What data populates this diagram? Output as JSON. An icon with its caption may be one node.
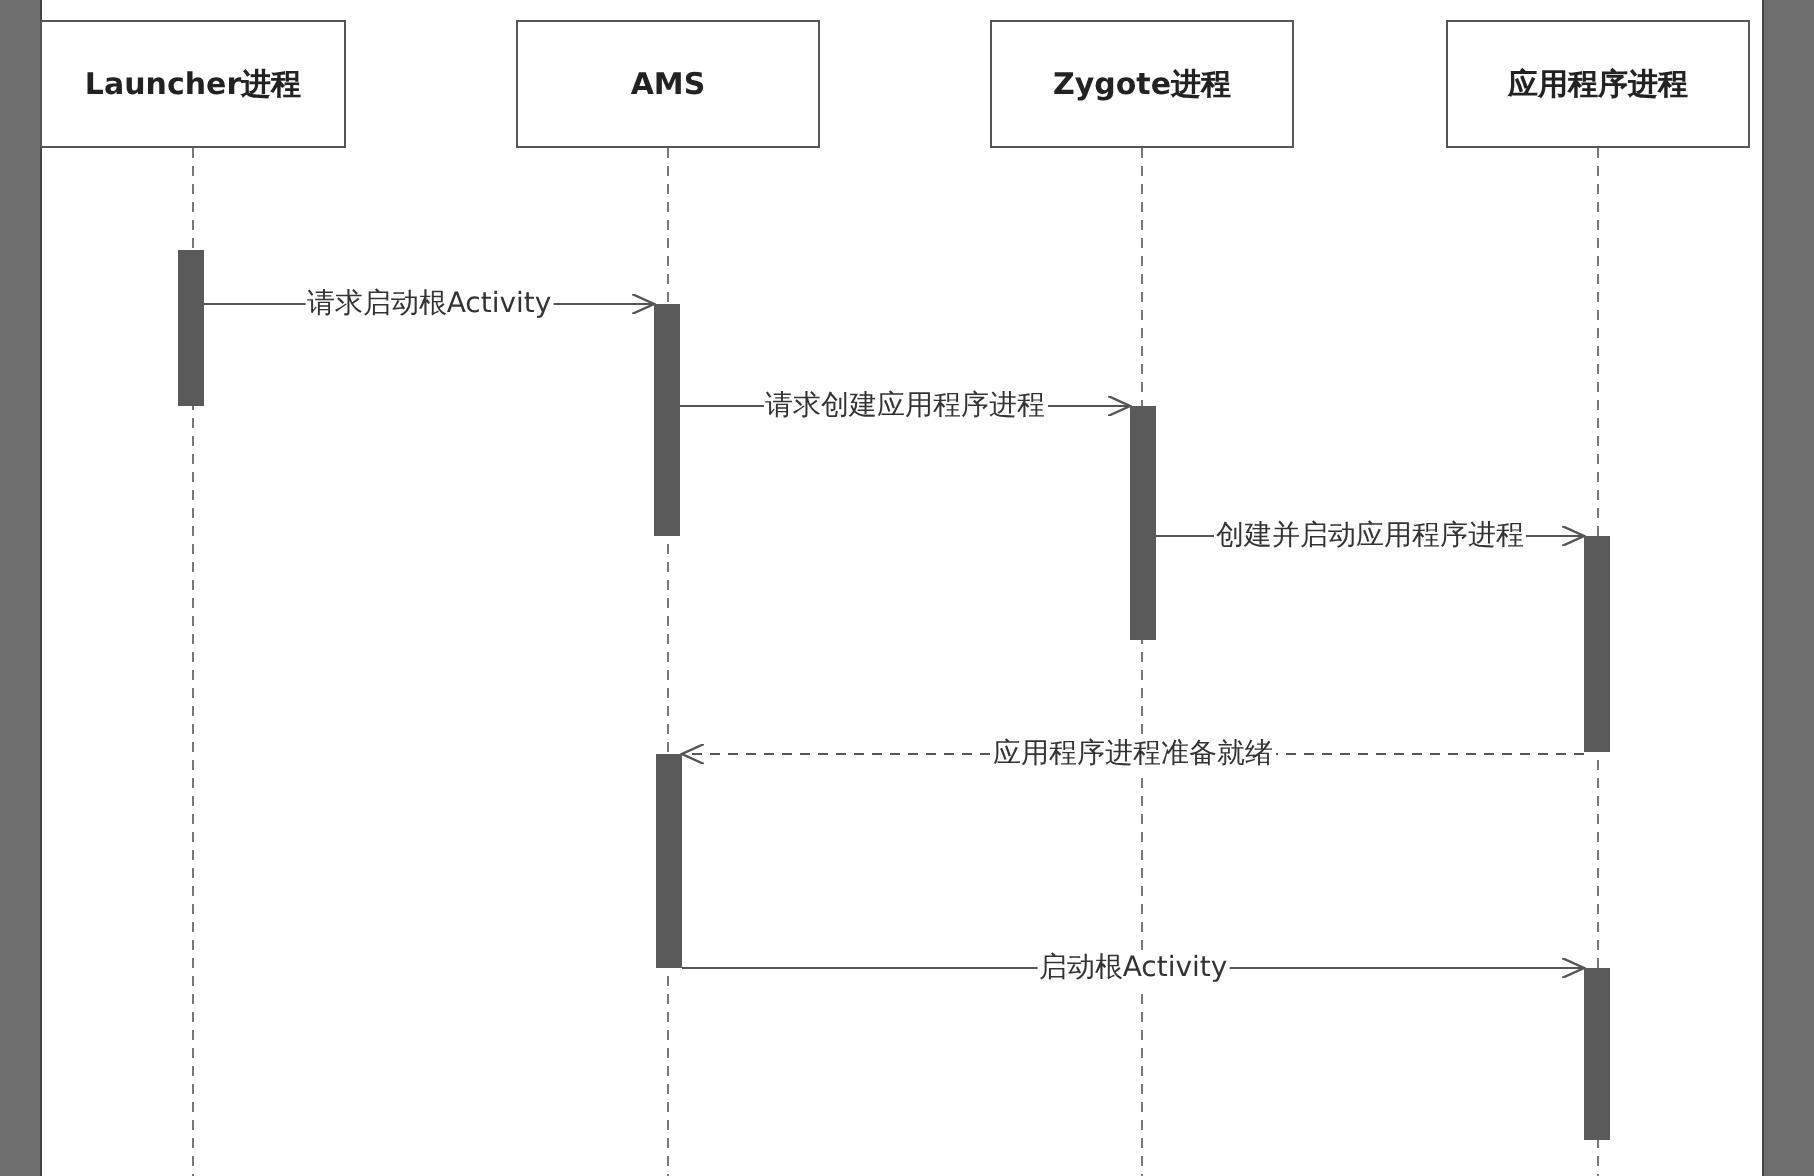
{
  "diagram": {
    "nodes": [
      {
        "text": [
          "Launcher进程"
        ]
      },
      {
        "text": [
          "AMS"
        ]
      },
      {
        "text": [
          "Zygote进程"
        ]
      },
      {
        "text": [
          "应用程序进程"
        ]
      },
      {
        "text": [],
        "shape": "bar"
      },
      {
        "text": [],
        "shape": "bar"
      },
      {
        "text": [],
        "shape": "bar"
      },
      {
        "text": [],
        "shape": "bar"
      },
      {
        "text": [],
        "shape": "bar"
      },
      {
        "text": [],
        "shape": "bar"
      }
    ],
    "edges": [
      {
        "from": 4,
        "to": 5,
        "arrow": "to",
        "label": "请求启动根Activity"
      },
      {
        "from": 5,
        "to": 6,
        "arrow": "to",
        "label": "请求创建应用程序进程"
      },
      {
        "from": 6,
        "to": 7,
        "arrow": "to",
        "label": "创建并启动应用程序进程"
      },
      {
        "from": 7,
        "to": 8,
        "arrow": "to",
        "label": "应用程序进程准备就绪",
        "style": "dashed"
      },
      {
        "from": 8,
        "to": 9,
        "arrow": "to",
        "label": "启动根Activity"
      }
    ]
  }
}
